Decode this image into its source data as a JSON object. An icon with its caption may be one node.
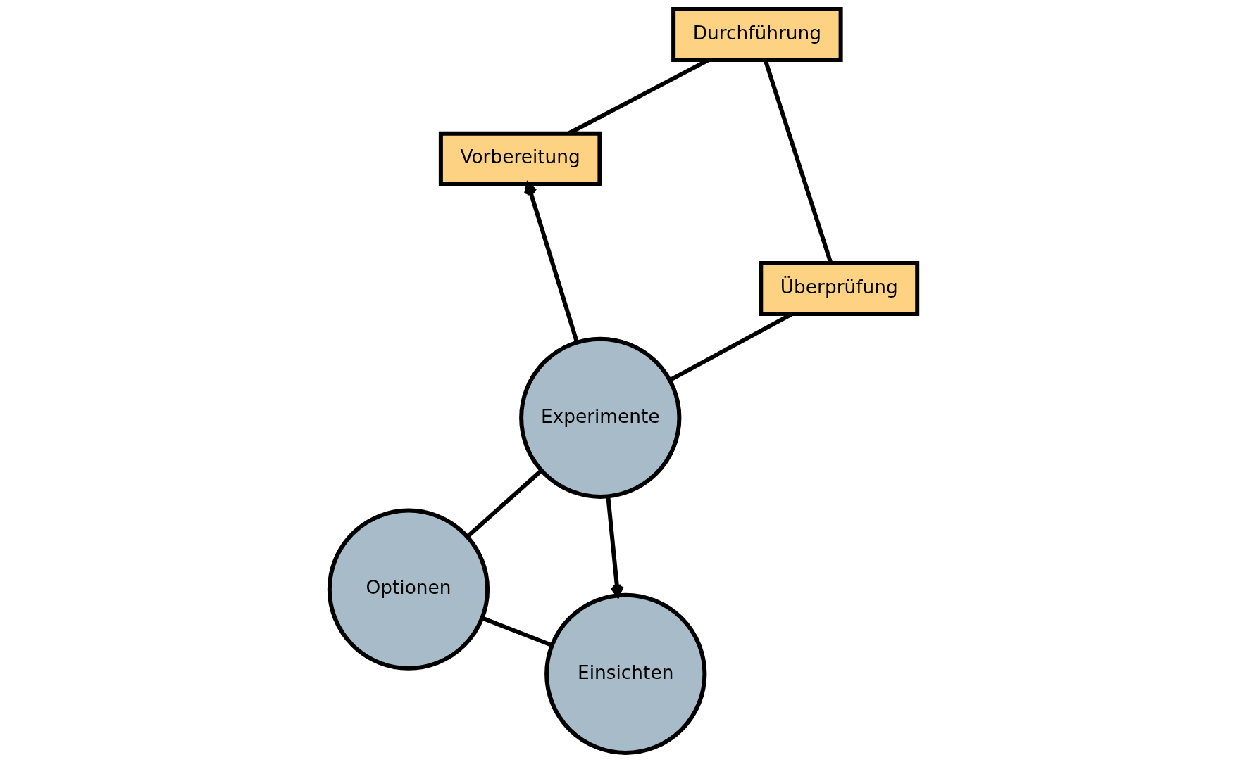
{
  "diagram": {
    "nodes": [
      {
        "text": [
          "Optionen"
        ]
      },
      {
        "text": [
          "Einsichten"
        ]
      },
      {
        "text": [
          "Experimente"
        ]
      },
      {
        "text": [
          "Vorbereitung"
        ]
      },
      {
        "text": [
          "Durchführung"
        ]
      },
      {
        "text": [
          "Überprüfung"
        ]
      }
    ],
    "edges": [
      {
        "from": 0,
        "to": 2,
        "arrow": "none"
      },
      {
        "from": 2,
        "to": 1,
        "arrow": "to"
      },
      {
        "from": 1,
        "to": 0,
        "arrow": "none"
      },
      {
        "from": 2,
        "to": 3,
        "arrow": "to"
      },
      {
        "from": 3,
        "to": 4,
        "arrow": "none"
      },
      {
        "from": 4,
        "to": 5,
        "arrow": "none"
      },
      {
        "from": 5,
        "to": 2,
        "arrow": "none"
      }
    ]
  }
}
